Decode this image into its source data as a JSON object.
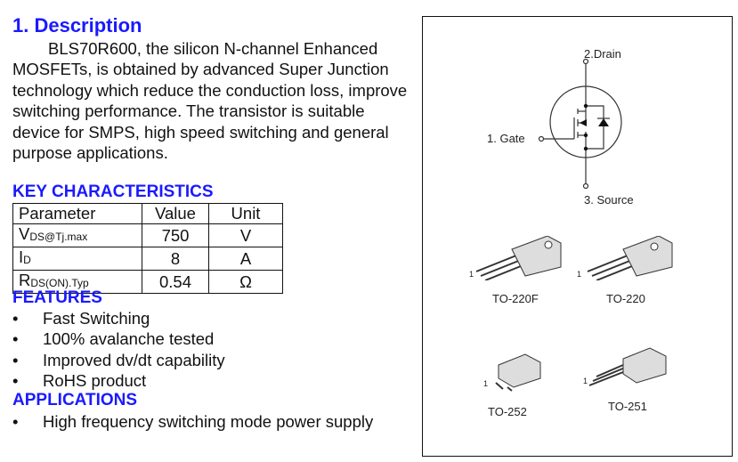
{
  "description": {
    "heading": "1.  Description",
    "text": "BLS70R600, the silicon N-channel Enhanced MOSFETs, is obtained by advanced Super Junction technology which reduce the conduction loss, improve switching performance. The transistor is suitable device for SMPS, high speed switching and general purpose applications."
  },
  "key": {
    "heading": "KEY CHARACTERISTICS",
    "headers": [
      "Parameter",
      "Value",
      "Unit"
    ],
    "rows": [
      {
        "p": "V",
        "sub": "DS@Tj.max",
        "v": "750",
        "u": "V"
      },
      {
        "p": "I",
        "sub": "D",
        "v": "8",
        "u": "A"
      },
      {
        "p": "R",
        "sub": "DS(ON).Typ",
        "v": "0.54",
        "u": "Ω"
      }
    ]
  },
  "features": {
    "heading": "FEATURES",
    "items": [
      "Fast Switching",
      "100% avalanche tested",
      "Improved dv/dt capability",
      "RoHS product"
    ]
  },
  "applications": {
    "heading": "APPLICATIONS",
    "items": [
      "High frequency switching mode power supply"
    ]
  },
  "diagram": {
    "drain": "2.Drain",
    "gate": "1. Gate",
    "source": "3. Source",
    "pin1": "1",
    "packages": [
      "TO-220F",
      "TO-220",
      "TO-252",
      "TO-251"
    ]
  }
}
